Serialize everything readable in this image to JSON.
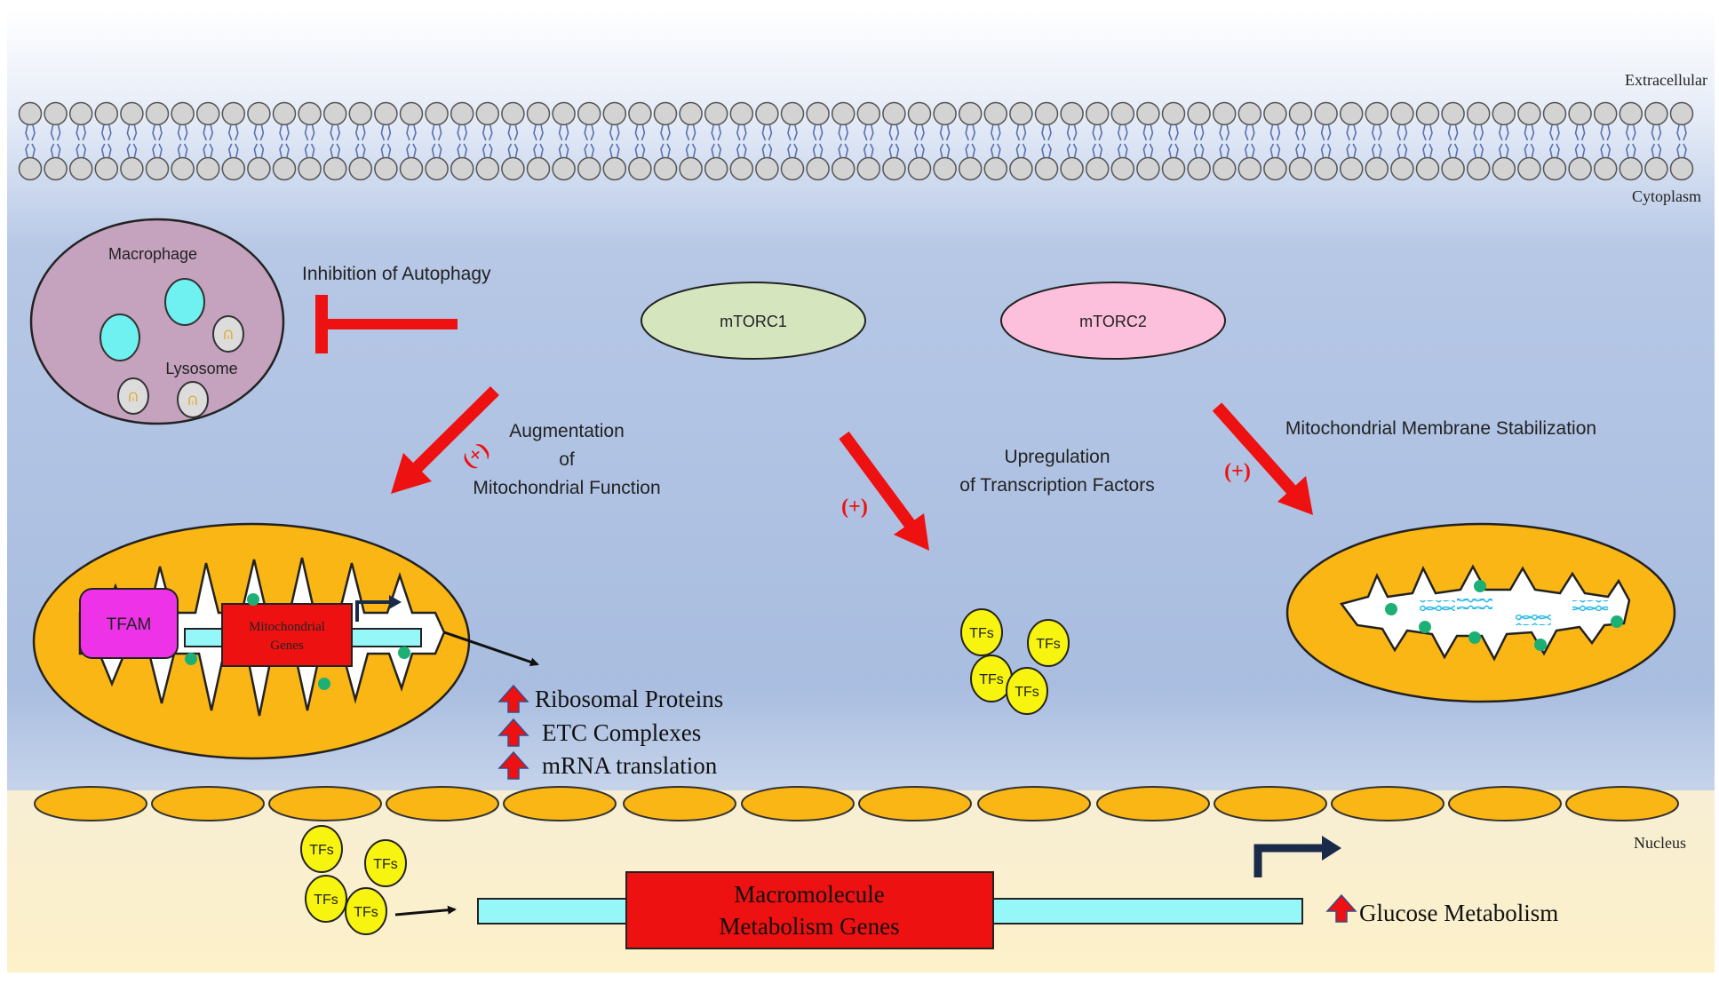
{
  "regions": {
    "extracellular": "Extracellular",
    "cytoplasm": "Cytoplasm",
    "nucleus": "Nucleus"
  },
  "complexes": {
    "mtorc1": "mTORC1",
    "mtorc2": "mTORC2"
  },
  "macrophage": {
    "title": "Macrophage",
    "lysosome": "Lysosome"
  },
  "effects": {
    "autophagy": "Inhibition of Autophagy",
    "augmentation_line1": "Augmentation",
    "augmentation_line2": "of",
    "augmentation_line3": "Mitochondrial Function",
    "upregulation_line1": "Upregulation",
    "upregulation_line2": "of Transcription Factors",
    "stabilization": "Mitochondrial Membrane Stabilization",
    "plus": "(+)"
  },
  "mitochondrion": {
    "tfam": "TFAM",
    "genes_line1": "Mitochondrial",
    "genes_line2": "Genes"
  },
  "outputs": {
    "ribosomal": "Ribosomal Proteins",
    "etc": "ETC Complexes",
    "mrna": "mRNA translation",
    "glucose": "Glucose Metabolism"
  },
  "tf_label": "TFs",
  "nuclear_gene": {
    "line1": "Macromolecule",
    "line2": "Metabolism Genes"
  },
  "colors": {
    "cytoplasm": "#a9bde0",
    "nucleus": "#fbefc8",
    "membrane_head": "#d3d3d3",
    "arrow_red": "#ee1111",
    "mito_orange": "#fab614",
    "tf_yellow": "#f7f40f",
    "gene_red": "#ee1111",
    "dna_cyan": "#95f7f7",
    "mtorc1": "#d5e6bf",
    "mtorc2": "#fcbfdc",
    "macrophage": "#c5a2be",
    "tfam": "#ee32e8"
  }
}
